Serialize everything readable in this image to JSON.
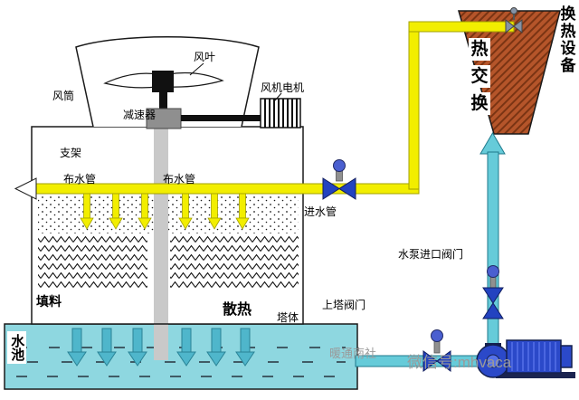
{
  "labels": {
    "fan_blade": "风叶",
    "fan_duct": "风筒",
    "fan_motor": "风机电机",
    "gearbox": "减速器",
    "support": "支架",
    "dist_pipe": "布水管",
    "inlet_pipe": "进水管",
    "fill": "填料",
    "heat_dissipation": "散热",
    "tower_body": "塔体",
    "upper_tower_valve": "上塔阀门",
    "pool": "水池",
    "pump_inlet_valve": "水泵进口阀门",
    "heat_exchange_chars": [
      "热",
      "交",
      "换"
    ],
    "heat_exchange_equipment": "换热设备"
  },
  "watermarks": {
    "brand": "暖通南社",
    "wechat": "微信号:mhvaca"
  },
  "colors": {
    "hot_pipe": "#f2ee00",
    "cold_pipe": "#66cbd9",
    "pool": "#8ed7e0",
    "valve": "#2343c0",
    "heat_exchanger": "#b5552a",
    "pump": "#2b49c9",
    "shaft": "#c9c9c9"
  }
}
